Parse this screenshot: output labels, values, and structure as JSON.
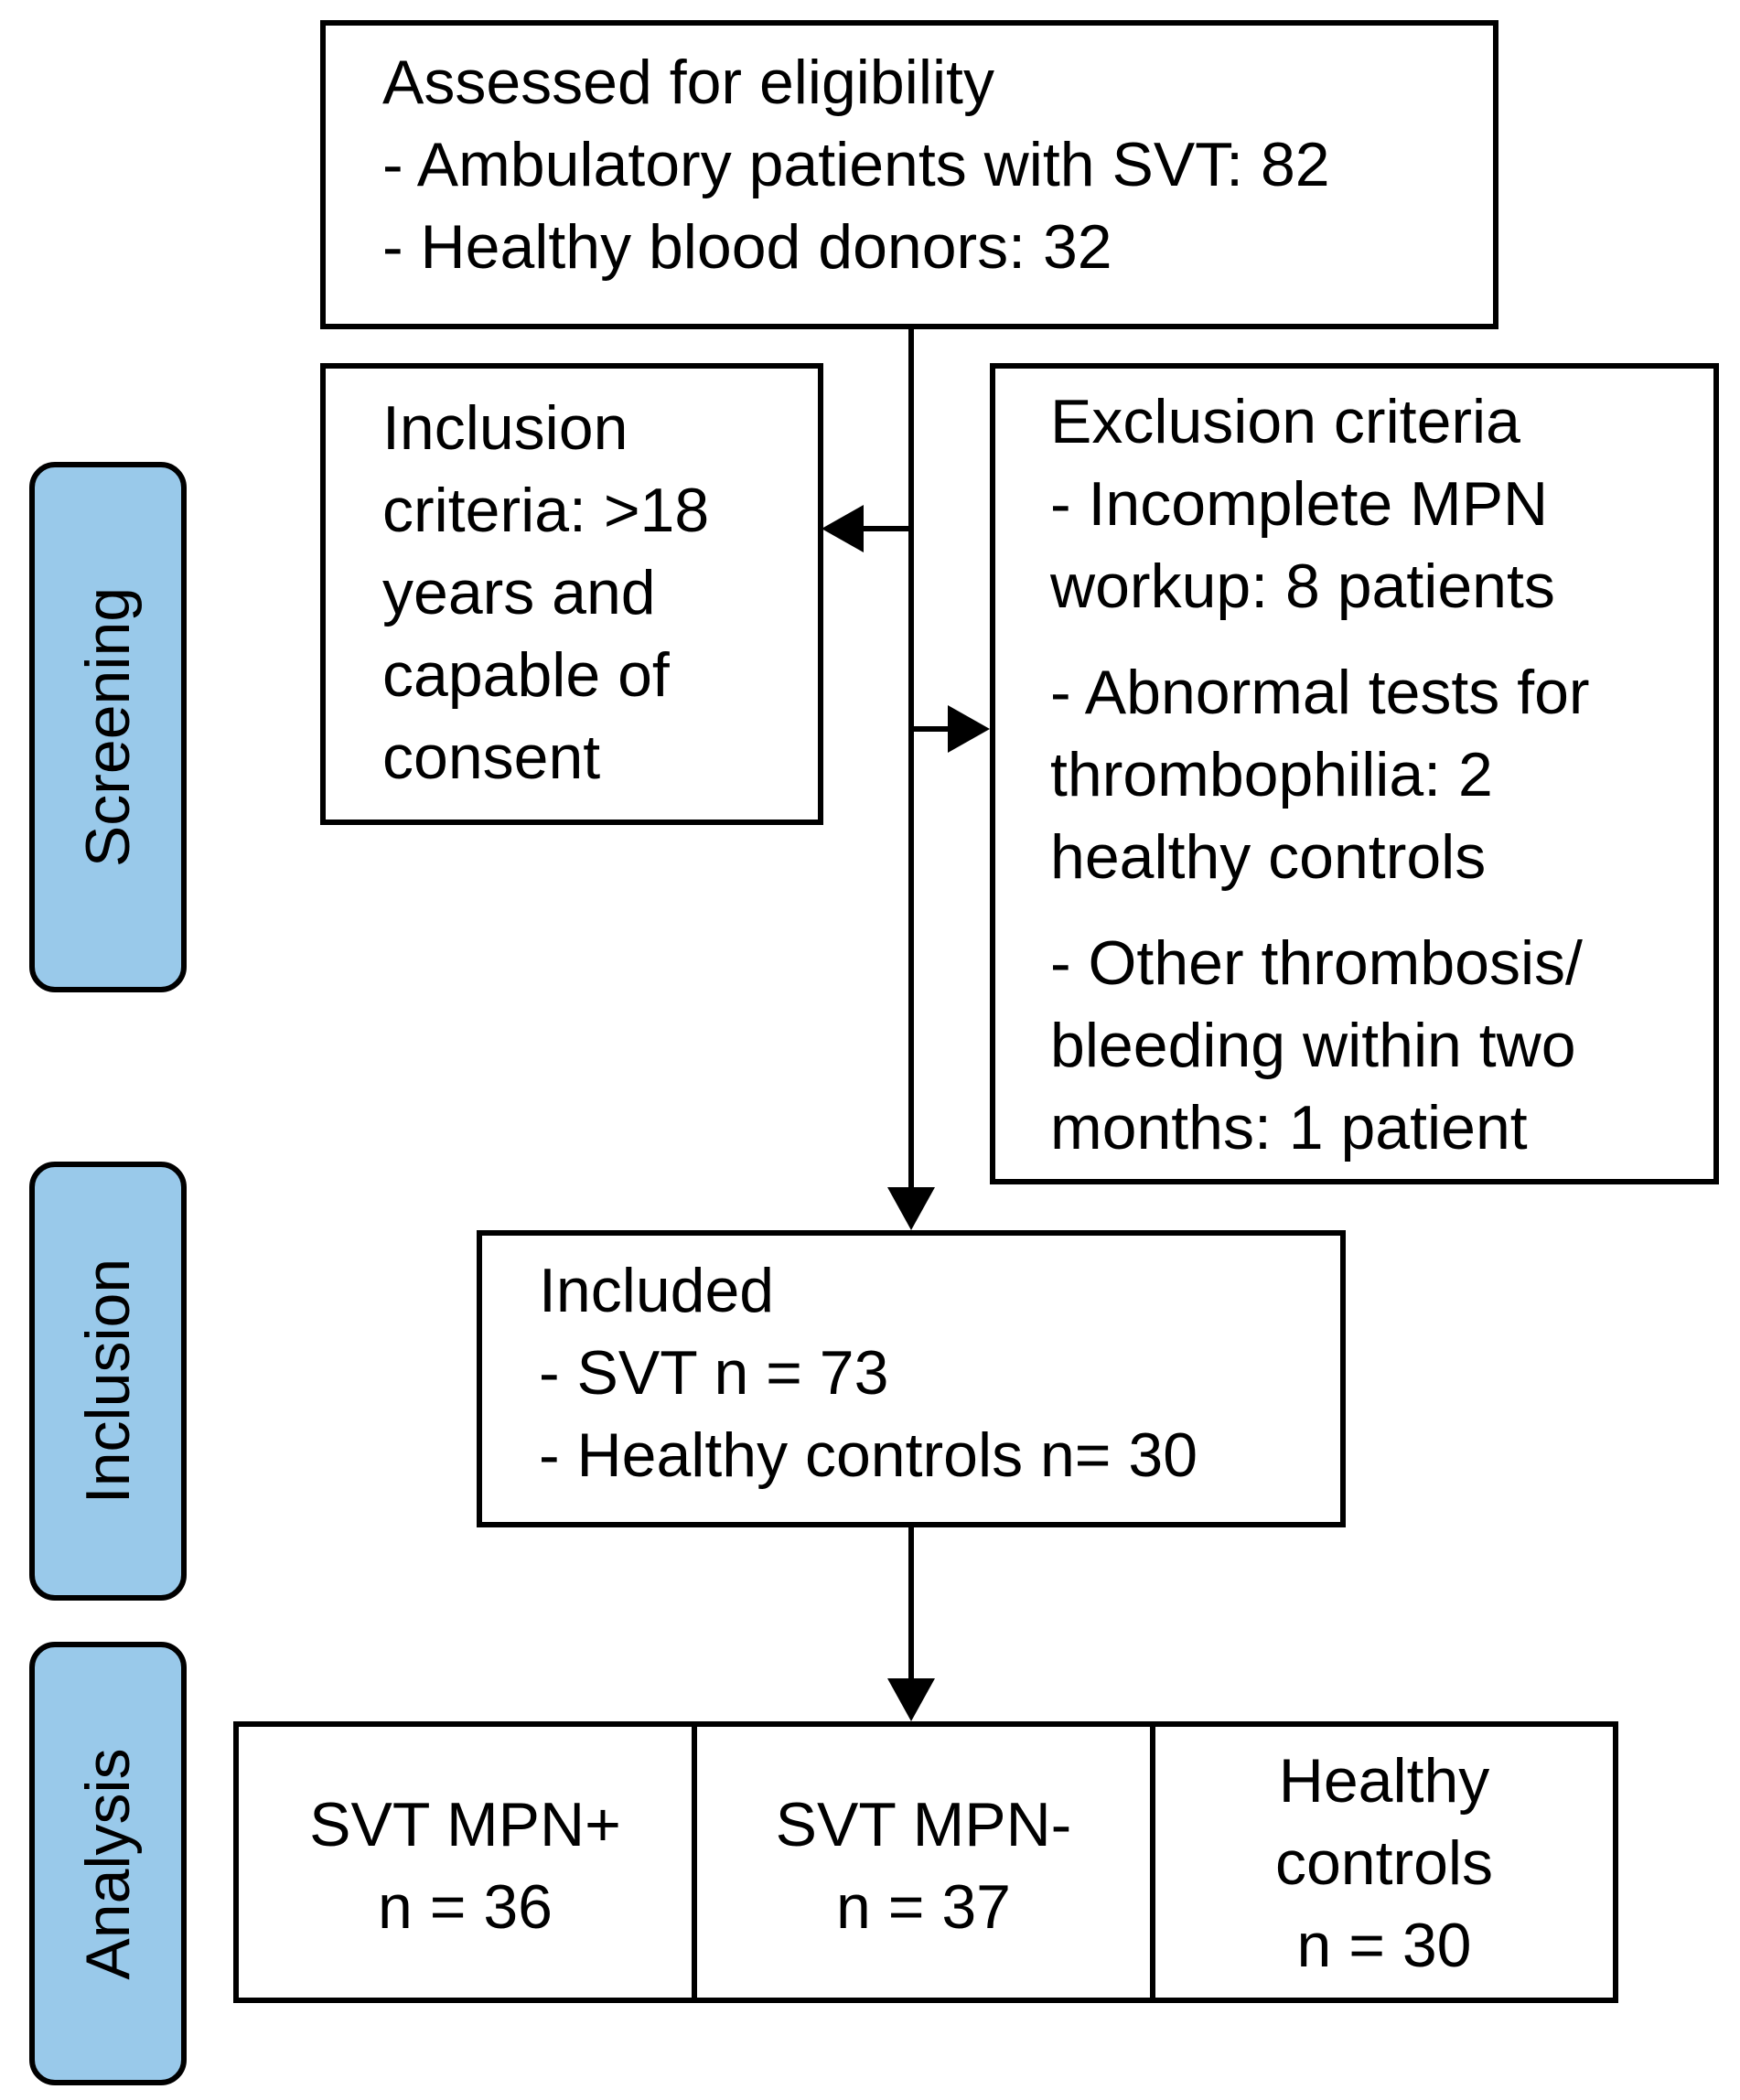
{
  "stages": {
    "screening": "Screening",
    "inclusion": "Inclusion",
    "analysis": "Analysis"
  },
  "eligibility": {
    "title": "Assessed for eligibility",
    "lines": [
      "- Ambulatory patients with SVT: 82",
      "- Healthy blood donors: 32"
    ]
  },
  "inclusion_criteria": {
    "lines": [
      "Inclusion",
      "criteria: >18",
      "years and",
      "capable of",
      "consent"
    ]
  },
  "exclusion_criteria": {
    "title": "Exclusion criteria",
    "items": [
      [
        "- Incomplete MPN",
        "workup: 8 patients"
      ],
      [
        "- Abnormal tests for",
        "thrombophilia: 2",
        "healthy controls"
      ],
      [
        "- Other thrombosis/",
        "bleeding within two",
        "months: 1 patient"
      ]
    ]
  },
  "included": {
    "title": "Included",
    "lines": [
      "- SVT n = 73",
      "- Healthy controls n= 30"
    ]
  },
  "analysis_groups": [
    {
      "lines": [
        "SVT MPN+",
        "n = 36"
      ]
    },
    {
      "lines": [
        "SVT MPN-",
        "n = 37"
      ]
    },
    {
      "lines": [
        "Healthy",
        "controls",
        "n = 30"
      ]
    }
  ],
  "colors": {
    "stage_fill": "#99c9ea",
    "border": "#000000"
  }
}
